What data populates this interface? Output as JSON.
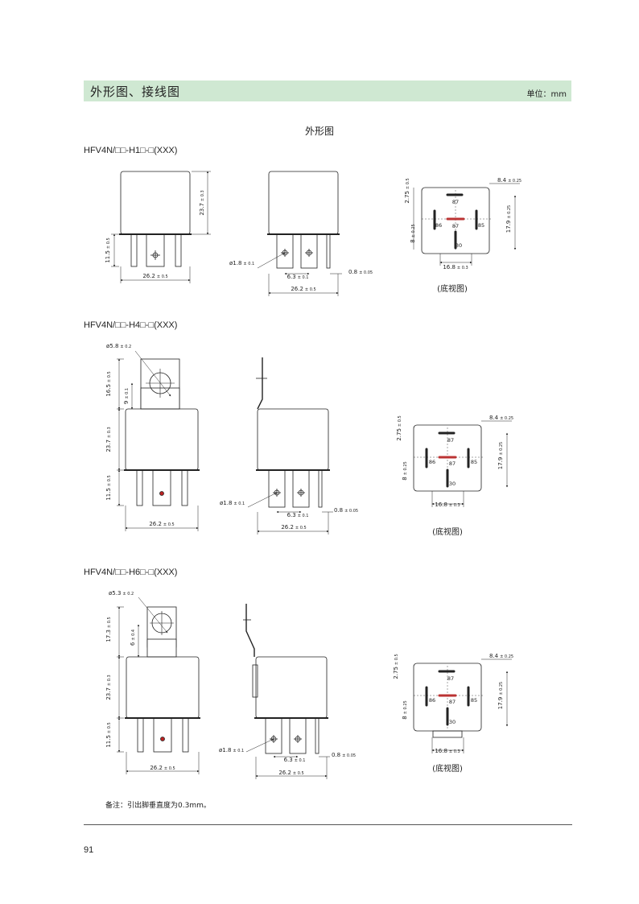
{
  "header": {
    "title": "外形图、接线图",
    "unit": "单位：mm"
  },
  "section_title": "外形图",
  "variants": [
    {
      "model": "HFV4N/□□-H1□-□(XXX)",
      "dims": {
        "h_body": "23.7",
        "h_body_tol": "± 0.3",
        "h_pin": "11.5",
        "h_pin_tol": "± 0.5",
        "w": "26.2",
        "w_tol": "± 0.5",
        "pin_d": "ø1.8",
        "pin_d_tol": "± 0.1",
        "pin_pitch": "6.3",
        "pin_pitch_tol": "± 0.1",
        "pin_t": "0.8",
        "pin_t_tol": "± 0.05"
      },
      "bottom": {
        "top": "2.75",
        "top_tol": "± 0.5",
        "right_top": "8.4",
        "right_top_tol": "± 0.25",
        "right_h": "17.9",
        "right_h_tol": "± 0.25",
        "left_h": "8",
        "left_h_tol": "± 0.25",
        "w": "16.8",
        "w_tol": "± 0.3",
        "caption": "(底视图)"
      }
    },
    {
      "model": "HFV4N/□□-H4□-□(XXX)",
      "dims": {
        "hole": "ø5.8",
        "hole_tol": "± 0.2",
        "h_tab": "16.5",
        "h_tab_tol": "± 0.5",
        "h_hole": "9",
        "h_hole_tol": "± 0.1",
        "h_body": "23.7",
        "h_body_tol": "± 0.3",
        "h_pin": "11.5",
        "h_pin_tol": "± 0.5",
        "w": "26.2",
        "w_tol": "± 0.5",
        "pin_d": "ø1.8",
        "pin_d_tol": "± 0.1",
        "pin_pitch": "6.3",
        "pin_pitch_tol": "± 0.1",
        "pin_t": "0.8",
        "pin_t_tol": "± 0.05"
      },
      "bottom": {
        "top": "2.75",
        "top_tol": "± 0.5",
        "right_top": "8.4",
        "right_top_tol": "± 0.25",
        "right_h": "17.9",
        "right_h_tol": "± 0.25",
        "left_h": "8",
        "left_h_tol": "± 0.25",
        "w": "16.8",
        "w_tol": "± 0.3",
        "caption": "(底视图)"
      }
    },
    {
      "model": "HFV4N/□□-H6□-□(XXX)",
      "dims": {
        "hole": "ø5.3",
        "hole_tol": "± 0.2",
        "h_tab": "17.3",
        "h_tab_tol": "± 0.5",
        "h_hole": "6",
        "h_hole_tol": "± 0.4",
        "h_body": "23.7",
        "h_body_tol": "± 0.3",
        "h_pin": "11.5",
        "h_pin_tol": "± 0.5",
        "w": "26.2",
        "w_tol": "± 0.5",
        "pin_d": "ø1.8",
        "pin_d_tol": "± 0.1",
        "pin_pitch": "6.3",
        "pin_pitch_tol": "± 0.1",
        "pin_t": "0.8",
        "pin_t_tol": "± 0.05"
      },
      "bottom": {
        "top": "2.75",
        "top_tol": "± 0.5",
        "right_top": "8.4",
        "right_top_tol": "± 0.25",
        "right_h": "17.9",
        "right_h_tol": "± 0.25",
        "left_h": "8",
        "left_h_tol": "± 0.25",
        "w": "16.8",
        "w_tol": "± 0.3",
        "caption": "(底视图)"
      }
    }
  ],
  "pins": {
    "p87": "87",
    "p87a": "87",
    "p86": "86",
    "p85": "85",
    "p30": "30"
  },
  "note": "备注：引出脚垂直度为0.3mm。",
  "page_number": "91"
}
